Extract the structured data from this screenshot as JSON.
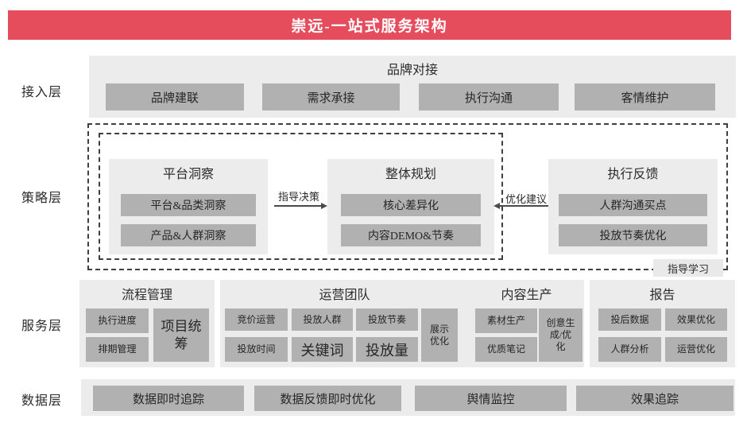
{
  "title": "崇远-一站式服务架构",
  "colors": {
    "accent_red": "#e54c5c",
    "band_gray": "#ececec",
    "box_gray": "#b1b1b1",
    "dash_border": "#3f3f3f"
  },
  "access": {
    "label": "接入层",
    "title": "品牌对接",
    "boxes": [
      "品牌建联",
      "需求承接",
      "执行沟通",
      "客情维护"
    ]
  },
  "strategy": {
    "label": "策略层",
    "platform": {
      "title": "平台洞察",
      "boxes": [
        "平台&品类洞察",
        "产品&人群洞察"
      ]
    },
    "plan": {
      "title": "整体规划",
      "boxes": [
        "核心差异化",
        "内容DEMO&节奏"
      ]
    },
    "feedback": {
      "title": "执行反馈",
      "boxes": [
        "人群沟通买点",
        "投放节奏优化"
      ]
    },
    "arrow_right_label": "指导决策",
    "arrow_left_label": "优化建议",
    "corner_label": "指导学习"
  },
  "service": {
    "label": "服务层",
    "process": {
      "title": "流程管理",
      "boxes": [
        "执行进度",
        "排期管理"
      ],
      "tall": "项目统筹"
    },
    "operations": {
      "title": "运营团队",
      "row1": [
        "竞价运营",
        "投放人群",
        "投放节奏"
      ],
      "row2": [
        "投放时间",
        "关键词",
        "投放量"
      ],
      "tall": "展示优化"
    },
    "content": {
      "title": "内容生产",
      "boxes": [
        "素材生产",
        "优质笔记"
      ],
      "tall": "创意生成/优化"
    },
    "report": {
      "title": "报告",
      "boxes": [
        "投后数据",
        "效果优化",
        "人群分析",
        "运营优化"
      ]
    }
  },
  "data_layer": {
    "label": "数据层",
    "boxes": [
      "数据即时追踪",
      "数据反馈即时优化",
      "舆情监控",
      "效果追踪"
    ]
  }
}
